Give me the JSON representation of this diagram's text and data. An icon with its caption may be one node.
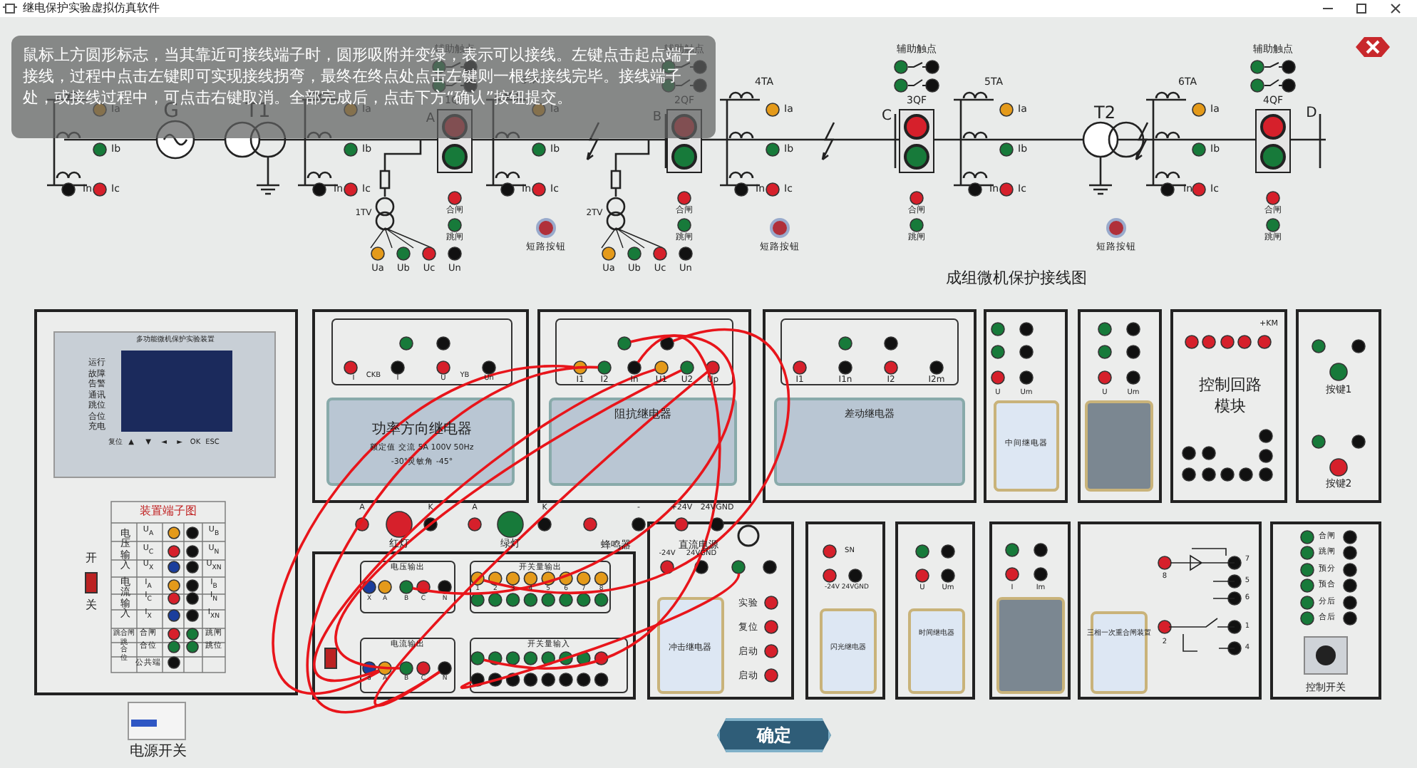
{
  "diagram": {
    "title": "继电保护实验虚拟仿真软件",
    "nodes": [
      {
        "text": [],
        "shape": "circle"
      },
      {
        "text": [],
        "shape": "circle"
      },
      {
        "text": [],
        "shape": "circle"
      },
      {
        "text": [],
        "shape": "circle"
      },
      {
        "text": [],
        "shape": "circle"
      },
      {
        "text": [],
        "shape": "circle"
      },
      {
        "text": [],
        "shape": "circle"
      },
      {
        "text": [],
        "shape": "circle"
      },
      {
        "text": [],
        "shape": "circle"
      },
      {
        "text": [],
        "shape": "circle"
      },
      {
        "text": [],
        "shape": "circle"
      },
      {
        "text": [],
        "shape": "circle"
      },
      {
        "text": [],
        "shape": "circle"
      },
      {
        "text": [],
        "shape": "circle"
      },
      {
        "text": [],
        "shape": "circle"
      },
      {
        "text": [],
        "shape": "circle"
      }
    ],
    "edges": [
      {
        "from": 4,
        "to": 9,
        "arrow": "none"
      },
      {
        "from": 6,
        "to": 10,
        "arrow": "none"
      },
      {
        "from": 7,
        "to": 11,
        "arrow": "none"
      },
      {
        "from": 1,
        "to": 11,
        "arrow": "none"
      },
      {
        "from": 0,
        "to": 9,
        "arrow": "none"
      },
      {
        "from": 5,
        "to": 12,
        "arrow": "none"
      },
      {
        "from": 3,
        "to": 13,
        "arrow": "none"
      },
      {
        "from": 2,
        "to": 8,
        "arrow": "none"
      },
      {
        "from": 14,
        "to": 15,
        "arrow": "none"
      }
    ],
    "labels": [
      "鼠标上方圆形标志，当其靠近可接线端子时，圆形吸附并变绿，表示可以接线。左键点击起点端子接线，过程中点击左键即可实现接线拐弯，最终在终点处点击左键则一根线接线完毕。接线端子处，或接线过程中，可点击右键取消。全部完成后，点击下方“确认”按钮提交。",
      "Ia",
      "Ib",
      "In",
      "Ic",
      "G",
      "T1",
      "Ia",
      "Ib",
      "In",
      "Ic",
      "辅助触点",
      "1QF",
      "A",
      "1TV",
      "合闸",
      "跳闸",
      "Ua",
      "Ub",
      "Uc",
      "Un",
      "3TA",
      "Ia",
      "Ib",
      "In",
      "Ic",
      "短路按钮",
      "辅助触点",
      "2QF",
      "B",
      "2TV",
      "合闸",
      "跳闸",
      "Ua",
      "Ub",
      "Uc",
      "Un",
      "4TA",
      "Ia",
      "Ib",
      "In",
      "Ic",
      "短路按钮",
      "辅助触点",
      "3QF",
      "C",
      "合闸",
      "跳闸",
      "5TA",
      "Ia",
      "Ib",
      "In",
      "Ic",
      "T2",
      "短路按钮",
      "6TA",
      "Ia",
      "Ib",
      "In",
      "Ic",
      "辅助触点",
      "4QF",
      "D",
      "合闸",
      "跳闸",
      "成组微机保护接线图",
      "多功能微机保护实验装置",
      "运行",
      "故障",
      "告警",
      "通讯",
      "跳位",
      "合位",
      "充电",
      "复位",
      "▲",
      "▼",
      "◄",
      "►",
      "OK",
      "ESC",
      "装置端子图",
      "电压输入",
      "U$_{A}$",
      "U$_{B}$",
      "U$_{C}$",
      "U$_{N}$",
      "U$_{X}$",
      "U$_{XN}$",
      "电流输入",
      "I$_{A}$",
      "I$_{B}$",
      "I$_{C}$",
      "I$_{N}$",
      "I$_{X}$",
      "I$_{XN}$",
      "跳合闸",
      "合闸",
      "跳闸",
      "跳合位",
      "合位",
      "跳位",
      "公共端",
      "开",
      "关",
      "电源开关",
      "I",
      "CKB",
      "I",
      "U",
      "YB",
      "Un",
      "功率方向继电器",
      "额定值 交流 5A 100V 50Hz",
      "-30°灵敏角 -45°",
      "A",
      "红灯",
      "K",
      "A",
      "绿灯",
      "K",
      "-",
      "蜂鸣器",
      "+24V",
      "24VGND",
      "直流电源",
      "I1",
      "I2",
      "In",
      "U1",
      "U2",
      "Up",
      "阻抗继电器",
      "I1",
      "I1n",
      "I2",
      "I2m",
      "差动继电器",
      "U",
      "Um",
      "中间继电器",
      "U",
      "Um",
      "+KM",
      "控制回路",
      "模块",
      "按键1",
      "按键2",
      "电压输出",
      "X",
      "A",
      "B",
      "C",
      "N",
      "开关量输出",
      "1",
      "2",
      "3",
      "4",
      "5",
      "6",
      "7",
      "8",
      "电流输出",
      "a",
      "A",
      "B",
      "C",
      "N",
      "开关量输入",
      "-24V",
      "24VGND",
      "冲击继电器",
      "实验",
      "复位",
      "启动",
      "启动",
      "SN",
      "-24V 24VGND",
      "闪光继电器",
      "U",
      "Um",
      "时间继电器",
      "I",
      "Im",
      "三相一次重合闸装置",
      "8",
      "7",
      "5",
      "6",
      "1",
      "2",
      "4",
      "合闸",
      "跳闸",
      "预分",
      "预合",
      "分后",
      "合后",
      "控制开关",
      "确定"
    ]
  }
}
